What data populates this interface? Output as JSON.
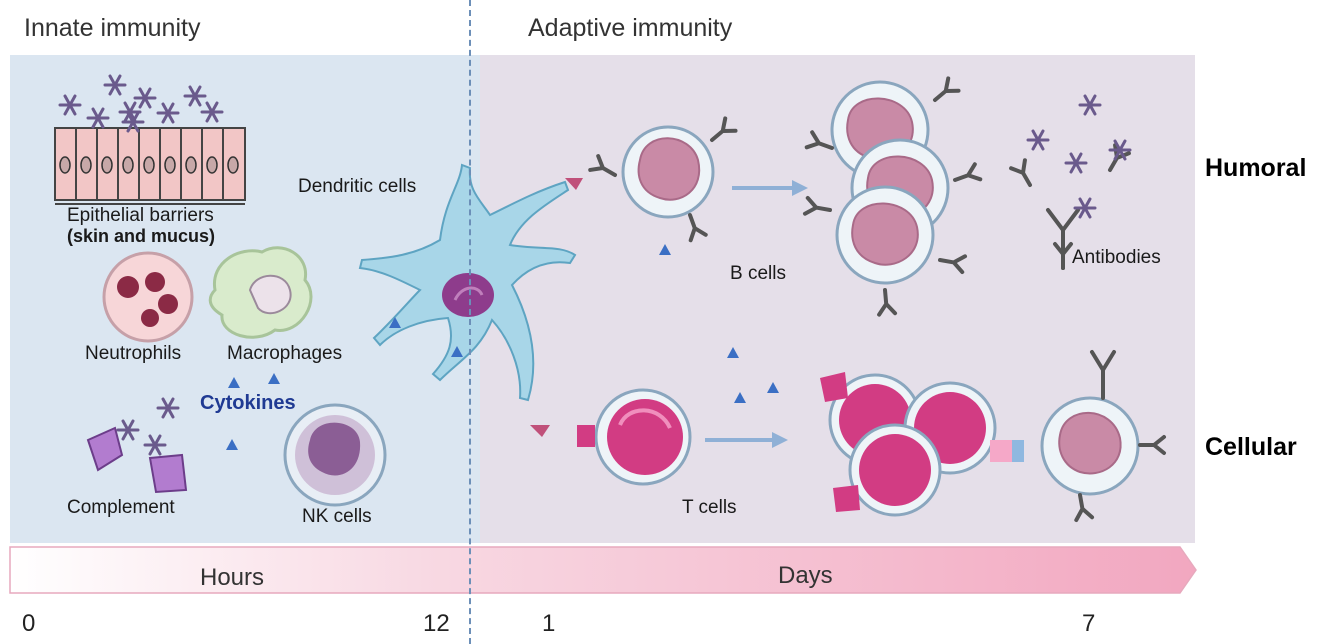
{
  "headers": {
    "innate": "Innate immunity",
    "adaptive": "Adaptive immunity"
  },
  "labels": {
    "epithelial": "Epithelial barriers",
    "epithelial_sub": "(skin and mucus)",
    "neutrophils": "Neutrophils",
    "macrophages": "Macrophages",
    "cytokines": "Cytokines",
    "complement": "Complement",
    "nk_cells": "NK cells",
    "dendritic": "Dendritic cells",
    "b_cells": "B cells",
    "antibodies": "Antibodies",
    "t_cells": "T cells",
    "humoral": "Humoral",
    "cellular": "Cellular"
  },
  "timeline": {
    "hours": "Hours",
    "days": "Days",
    "ticks": [
      "0",
      "12",
      "1",
      "7"
    ]
  },
  "colors": {
    "innate_bg": "#dbe6f1",
    "adaptive_bg": "#e5dfe9",
    "cytokines_text": "#1f3a93",
    "arrow_pink": "#f4b6c8",
    "cell_purple": "#c98aa6",
    "t_cell_magenta": "#d23c83"
  }
}
